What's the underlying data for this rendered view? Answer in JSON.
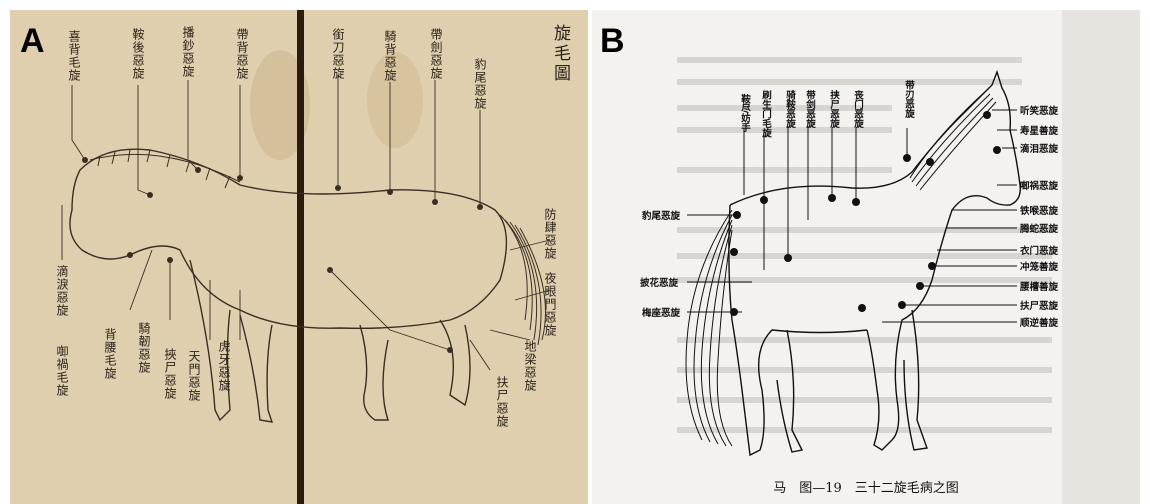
{
  "panel_a": {
    "letter": "A",
    "title": "旋毛圖",
    "labels_top": [
      "喜背毛旋",
      "鞍後惡旋",
      "播鈔惡旋",
      "帶背惡旋",
      "銜刀惡旋",
      "騎背惡旋",
      "帶劍惡旋",
      "豹尾惡旋"
    ],
    "labels_side": [
      "滴淚惡旋",
      "啣禍毛旋",
      "背腰毛旋",
      "騎韌惡旋",
      "挾尸惡旋",
      "天門惡旋",
      "虎牙惡旋",
      "防肆惡旋",
      "夜眼門惡旋",
      "地梁惡旋",
      "扶尸惡旋"
    ]
  },
  "panel_b": {
    "letter": "B",
    "labels_top": [
      "鞍尽妨手",
      "刷生门毛旋",
      "骑鞍恶旋",
      "带剑恶旋",
      "挟尸恶旋",
      "丧门恶旋",
      "带刃恶旋"
    ],
    "labels_left": [
      "豹尾恶旋",
      "披花恶旋",
      "梅座恶旋"
    ],
    "labels_right": [
      "听笑恶旋",
      "寿星善旋",
      "滴泪恶旋",
      "啣祸恶旋",
      "铁喉恶旋",
      "腾蛇恶旋",
      "衣门恶旋",
      "冲笼善旋",
      "腰槽善旋",
      "扶尸恶旋",
      "顺逆善旋"
    ],
    "caption": "马　图—19　三十二旋毛病之图"
  }
}
